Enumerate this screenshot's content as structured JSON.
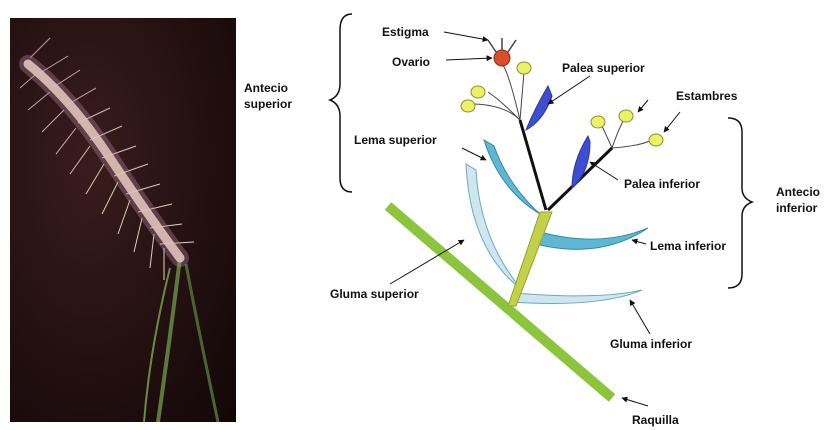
{
  "photo": {
    "alt": "Espiga de gramínea sobre fondo oscuro"
  },
  "labels": {
    "estigma": "Estigma",
    "ovario": "Ovario",
    "palea_superior": "Palea superior",
    "estambres": "Estambres",
    "antecio_superior_1": "Antecio",
    "antecio_superior_2": "superior",
    "lema_superior": "Lema superior",
    "palea_inferior": "Palea inferior",
    "antecio_inferior_1": "Antecio",
    "antecio_inferior_2": "inferior",
    "lema_inferior": "Lema inferior",
    "gluma_superior": "Gluma superior",
    "gluma_inferior": "Gluma inferior",
    "raquilla": "Raquilla"
  },
  "colors": {
    "photo_background": "#1e0c0c",
    "raquilla": "#8cc43c",
    "gluma": "#cfe6ee",
    "lema": "#5fb8d2",
    "palea": "#3d4fd0",
    "anther": "#eaf266",
    "ovary": "#d8502a",
    "stem": "#111111"
  }
}
